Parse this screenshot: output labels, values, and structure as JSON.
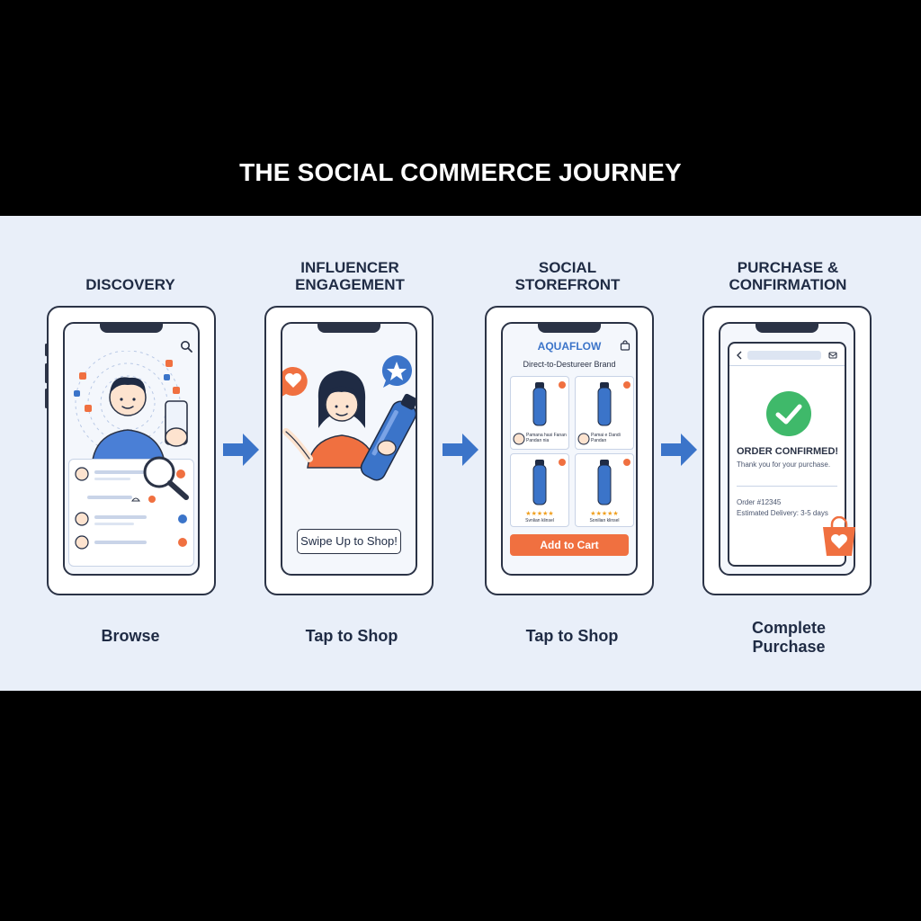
{
  "title": "THE SOCIAL COMMERCE JOURNEY",
  "colors": {
    "accent_blue": "#3b74c9",
    "accent_orange": "#f07040",
    "success_green": "#3fb96a",
    "ink": "#1f2b44"
  },
  "steps": [
    {
      "title_line1": "DISCOVERY",
      "title_line2": "",
      "label_line1": "Browse",
      "label_line2": ""
    },
    {
      "title_line1": "INFLUENCER",
      "title_line2": "ENGAGEMENT",
      "label_line1": "Tap to Shop",
      "label_line2": ""
    },
    {
      "title_line1": "SOCIAL",
      "title_line2": "STOREFRONT",
      "label_line1": "Tap to Shop",
      "label_line2": ""
    },
    {
      "title_line1": "PURCHASE &",
      "title_line2": "CONFIRMATION",
      "label_line1": "Complete",
      "label_line2": "Purchase"
    }
  ],
  "influencer_screen": {
    "cta": "Swipe Up to Shop!"
  },
  "storefront_screen": {
    "brand": "AQUAFLOW",
    "tagline": "Direct-to-Destureer Brand",
    "product_caption_1": "Pamana hasi Fanan",
    "product_caption_2": "Pandan nia",
    "product_caption_3": "Pamai e Dandi",
    "product_caption_4": "Pandan",
    "product_caption_5": "Svnlian klinsel",
    "product_caption_6": "Sonilian klinsel",
    "stars": "★★★★★",
    "add_to_cart": "Add to Cart"
  },
  "confirmation_screen": {
    "heading": "ORDER CONFIRMED!",
    "thanks": "Thank you for your purchase.",
    "order_number": "Order #12345",
    "delivery": "Estimated Delivery: 3-5 days"
  },
  "icons": [
    "search-icon",
    "magnifier-icon",
    "heart-bubble-icon",
    "star-bubble-icon",
    "bag-icon",
    "check-icon",
    "arrow-right-icon",
    "back-chevron-icon",
    "mail-icon",
    "shopping-bag-heart-icon"
  ]
}
